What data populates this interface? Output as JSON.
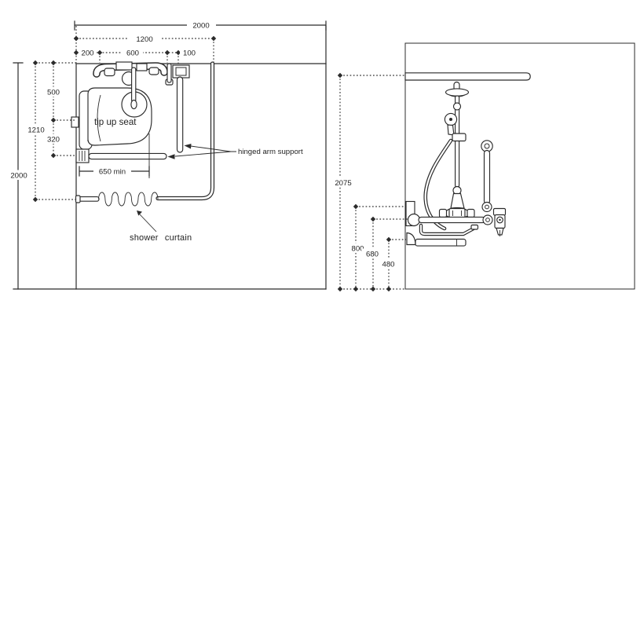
{
  "plan_view": {
    "dim_overall_width": "2000",
    "dim_curtain_rail_span": "1200",
    "dim_wall_offset": "200",
    "dim_fixture_span": "600",
    "dim_support_offset": "100",
    "dim_seat_depth": "500",
    "dim_mid_depth": "1210",
    "dim_rail_depth": "320",
    "dim_overall_depth": "2000",
    "dim_seat_clearance": "650 min",
    "seat_label": "tip up seat",
    "arm_support_label": "hinged arm support",
    "curtain_label": "shower curtain"
  },
  "elevation_view": {
    "dim_curtain_rail_height": "2075",
    "dim_support_height": "800",
    "dim_grab_rail_height": "680",
    "dim_seat_height": "480"
  }
}
